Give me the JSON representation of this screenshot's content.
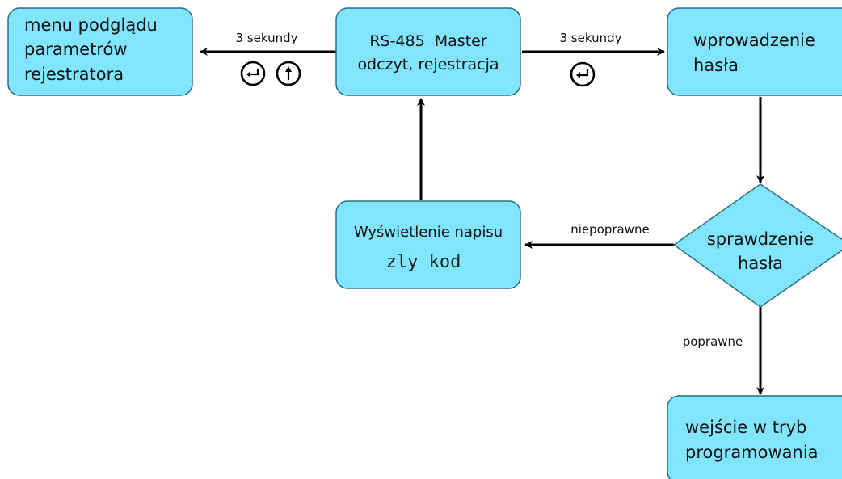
{
  "colors": {
    "box_fill": "#80e5fd",
    "box_stroke": "#2a6f86",
    "arrow": "#000000"
  },
  "nodes": {
    "menu": {
      "lines": [
        "menu podglądu",
        "parametrów",
        "rejestratora"
      ]
    },
    "master": {
      "lines": [
        "RS-485  Master",
        "odczyt, rejestracja"
      ]
    },
    "password_entry": {
      "lines": [
        "wprowadzenie",
        "hasła"
      ]
    },
    "check": {
      "lines": [
        "sprawdzenie",
        "hasła"
      ]
    },
    "wrong_code": {
      "line1": "Wyświetlenie napisu",
      "line2": "zly kod"
    },
    "program_mode": {
      "lines": [
        "wejście w tryb",
        "programowania"
      ]
    }
  },
  "edges": {
    "to_menu": {
      "label": "3 sekundy",
      "icons": [
        "enter-key-icon",
        "up-arrow-key-icon"
      ]
    },
    "to_password": {
      "label": "3 sekundy",
      "icons": [
        "enter-key-icon"
      ]
    },
    "incorrect": {
      "label": "niepoprawne"
    },
    "correct": {
      "label": "poprawne"
    }
  }
}
